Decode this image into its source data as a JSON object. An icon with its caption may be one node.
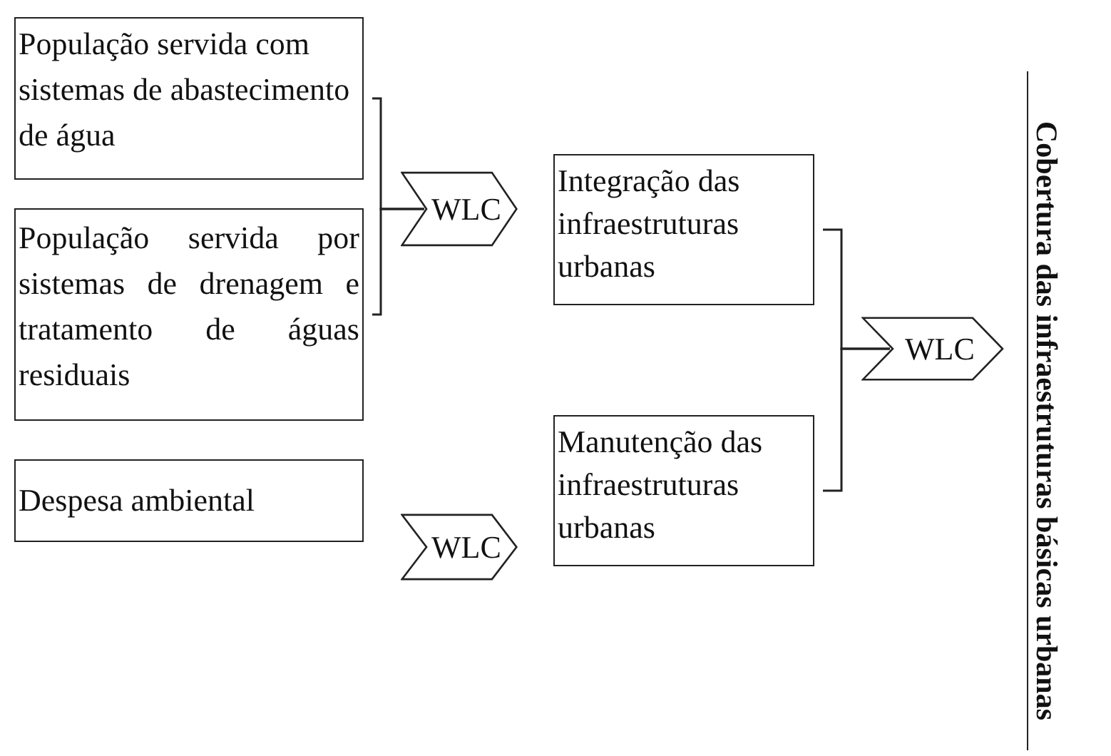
{
  "diagram": {
    "nodes": [
      {
        "text": [
          "População servida com sistemas de abastecimento de água"
        ]
      },
      {
        "text": [
          "População servida por sistemas de drenagem e tratamento de águas residuais"
        ]
      },
      {
        "text": [
          "WLC"
        ]
      },
      {
        "text": [
          "Integração das infraestruturas urbanas"
        ]
      },
      {
        "text": [
          "Despesa ambiental"
        ]
      },
      {
        "text": [
          "WLC"
        ]
      },
      {
        "text": [
          "Manutenção das infraestruturas urbanas"
        ]
      },
      {
        "text": [
          "WLC"
        ]
      },
      {
        "text": [
          "Cobertura das infraestruturas básicas urbanas"
        ]
      }
    ],
    "edges": [
      {
        "from": 0,
        "to": 2,
        "arrow": "none"
      },
      {
        "from": 1,
        "to": 2,
        "arrow": "none"
      },
      {
        "from": 3,
        "to": 7,
        "arrow": "none"
      },
      {
        "from": 6,
        "to": 7,
        "arrow": "none"
      }
    ]
  }
}
